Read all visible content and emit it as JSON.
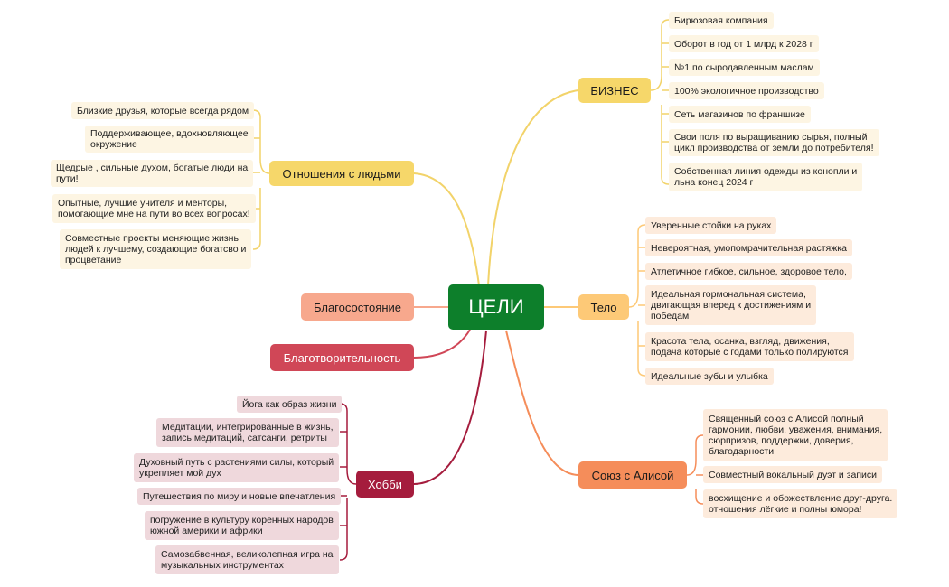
{
  "root": {
    "label": "ЦЕЛИ",
    "color": "#0d7f2b"
  },
  "colors": {
    "yellow_branch": "#f6d76a",
    "yellow_line": "#f2d36a",
    "orange_branch": "#fdc977",
    "coral_branch": "#f58d5a",
    "salmon_branch": "#f7a88d",
    "red_branch": "#d04757",
    "crimson_branch": "#a51c3d"
  },
  "branches": {
    "business": {
      "label": "БИЗНЕС",
      "items": [
        "Бирюзовая компания",
        "Оборот в год от 1 млрд к 2028 г",
        "№1 по сыродавленным маслам",
        "100% экологичное производство",
        "Сеть магазинов по франшизе",
        "Свои поля по выращиванию сырья, полный\nцикл производства от земли до потребителя!",
        "Собственная линия одежды из конопли и\nльна конец 2024 г"
      ]
    },
    "relations": {
      "label": "Отношения с людьми",
      "items": [
        "Близкие друзья, которые всегда рядом",
        "Поддерживающее, вдохновляющее\nокружение",
        "Щедрые , сильные духом, богатые люди на\nпути!",
        "Опытные, лучшие учителя и менторы,\nпомогающие мне на пути во всех вопросах!",
        "Совместные проекты меняющие жизнь\nлюдей к лучшему, создающие богатсво и\nпроцветание"
      ]
    },
    "body": {
      "label": "Тело",
      "items": [
        "Уверенные стойки на руках",
        "Невероятная, умопомрачительная растяжка",
        "Атлетичное гибкое, сильное, здоровое тело,",
        "Идеальная гормональная система,\nдвигающая вперед к достижениям и\nпобедам",
        "Красота тела, осанка, взгляд, движения,\nподача которые с годами только полируются",
        "Идеальные зубы и улыбка"
      ]
    },
    "wealth": {
      "label": "Благосостояние"
    },
    "charity": {
      "label": "Благотворительность"
    },
    "hobby": {
      "label": "Хобби",
      "items": [
        "Йога как образ жизни",
        "Медитации, интегрированные в жизнь,\nзапись медитаций, сатсанги, ретриты",
        "Духовный путь с растениями силы, который\nукрепляет мой дух",
        "Путешествия по миру и новые впечатления",
        "погружение в культуру коренных народов\nюжной америки и африки",
        "Самозабвенная, великолепная игра на\nмузыкальных инструментах"
      ]
    },
    "union": {
      "label": "Союз с Алисой",
      "items": [
        "Священный союз с Алисой полный\nгармонии, любви, уважения, внимания,\nсюрпризов, поддержки, доверия,\nблагодарности",
        "Совместный вокальный дуэт и записи",
        "восхищение и обожествление друг-друга.\nотношения лёгкие и полны юмора!"
      ]
    }
  }
}
